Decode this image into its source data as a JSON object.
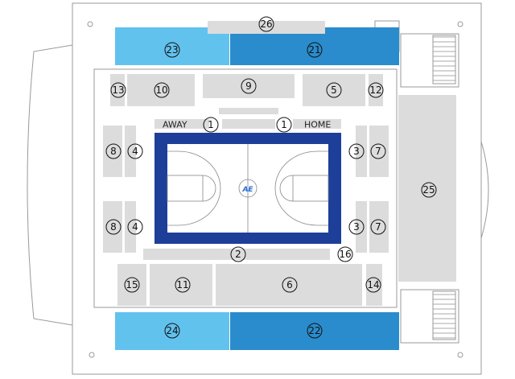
{
  "labels": {
    "away": "AWAY",
    "home": "HOME"
  },
  "court_logo": "AE",
  "sections": {
    "s1": "1",
    "s2": "2",
    "s3": "3",
    "s4": "4",
    "s5": "5",
    "s6": "6",
    "s7": "7",
    "s8": "8",
    "s9": "9",
    "s10": "10",
    "s11": "11",
    "s12": "12",
    "s13": "13",
    "s14": "14",
    "s15": "15",
    "s16": "16",
    "s21": "21",
    "s22": "22",
    "s23": "23",
    "s24": "24",
    "s25": "25",
    "s26": "26"
  },
  "colors": {
    "seat_gray": "#dcdcdc",
    "light_blue": "#62c2ee",
    "dark_blue": "#2a8ccc",
    "court_border": "#1d3f9a",
    "court_floor": "#ffffff"
  }
}
